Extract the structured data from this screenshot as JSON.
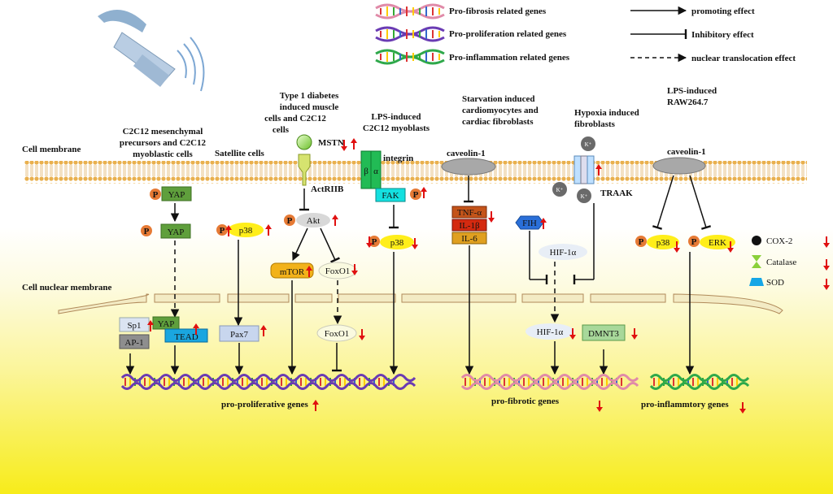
{
  "legend": {
    "fibrosis": "Pro-fibrosis related genes",
    "proliferation": "Pro-proliferation related genes",
    "inflammation": "Pro-inflammation related genes",
    "promoting": "promoting effect",
    "inhibitory": "Inhibitory effect",
    "translocation": "nuclear translocation effect"
  },
  "titles": {
    "c2c12": [
      "C2C12 mesenchymal",
      "precursors and C2C12",
      "myoblastic cells"
    ],
    "satellite": "Satellite cells",
    "diabetes": [
      "Type 1 diabetes",
      "induced muscle",
      "cells and  C2C12",
      "cells"
    ],
    "lps_c2c12": [
      "LPS-induced",
      "C2C12 myoblasts"
    ],
    "starvation": [
      "Starvation induced",
      "cardiomyocytes and",
      "cardiac fibroblasts"
    ],
    "hypoxia": [
      "Hypoxia induced",
      "fibroblasts"
    ],
    "lps_raw": [
      "LPS-induced",
      "RAW264.7"
    ]
  },
  "labels": {
    "cell_membrane": "Cell membrane",
    "nuclear_membrane": "Cell nuclear membrane",
    "p": "P"
  },
  "molecules": {
    "yap": "YAP",
    "sp1": "Sp1",
    "ap1": "AP-1",
    "tead": "TEAD",
    "p38": "p38",
    "pax7": "Pax7",
    "mstn": "MSTN",
    "actriib": "ActRIIB",
    "akt": "Akt",
    "mtor": "mTOR",
    "foxo1": "FoxO1",
    "beta": "β",
    "alpha": "α",
    "integrin": "integrin",
    "fak": "FAK",
    "caveolin": "caveolin-1",
    "tnf": "TNF-α",
    "il1b": "IL-1β",
    "il6": "IL-6",
    "traak": "TRAAK",
    "k": "K⁺",
    "fih": "FIH",
    "hif": "HIF-1α",
    "dmnt3": "DMNT3",
    "erk": "ERK"
  },
  "markers": {
    "cox2": "COX-2",
    "catalase": "Catalase",
    "sod": "SOD"
  },
  "genes": {
    "proliferative": "pro-proliferative genes",
    "fibrotic": "pro-fibrotic genes",
    "inflammatory": "pro-inflammtory genes"
  },
  "regulation": {
    "up": "increased",
    "down": "decreased"
  },
  "dna_colors": {
    "proliferation": "#6a3bb3",
    "fibrosis": "#e08aa8",
    "inflammation": "#2ea84a"
  }
}
